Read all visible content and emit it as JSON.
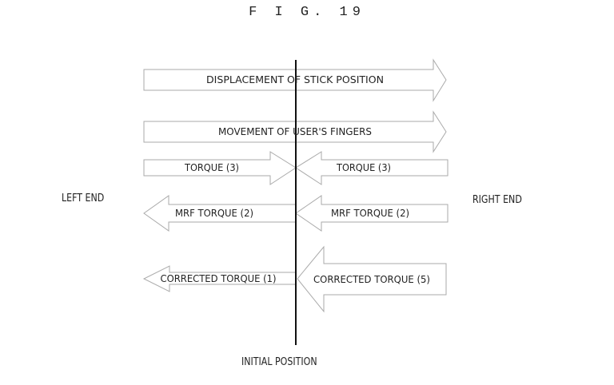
{
  "figure": {
    "title": "F I G. 19",
    "left_label": "LEFT END",
    "right_label": "RIGHT END",
    "axis_label": "INITIAL POSITION"
  },
  "arrows": [
    {
      "label": "DISPLACEMENT OF STICK POSITION",
      "direction": "right"
    },
    {
      "label": "MOVEMENT OF USER'S FINGERS",
      "direction": "right"
    },
    {
      "label": "TORQUE (3)",
      "direction": "right"
    },
    {
      "label": "TORQUE (3)",
      "direction": "left"
    },
    {
      "label": "MRF TORQUE (2)",
      "direction": "left"
    },
    {
      "label": "MRF TORQUE (2)",
      "direction": "left"
    },
    {
      "label": "CORRECTED TORQUE (1)",
      "direction": "left"
    },
    {
      "label": "CORRECTED TORQUE (5)",
      "direction": "left"
    }
  ]
}
